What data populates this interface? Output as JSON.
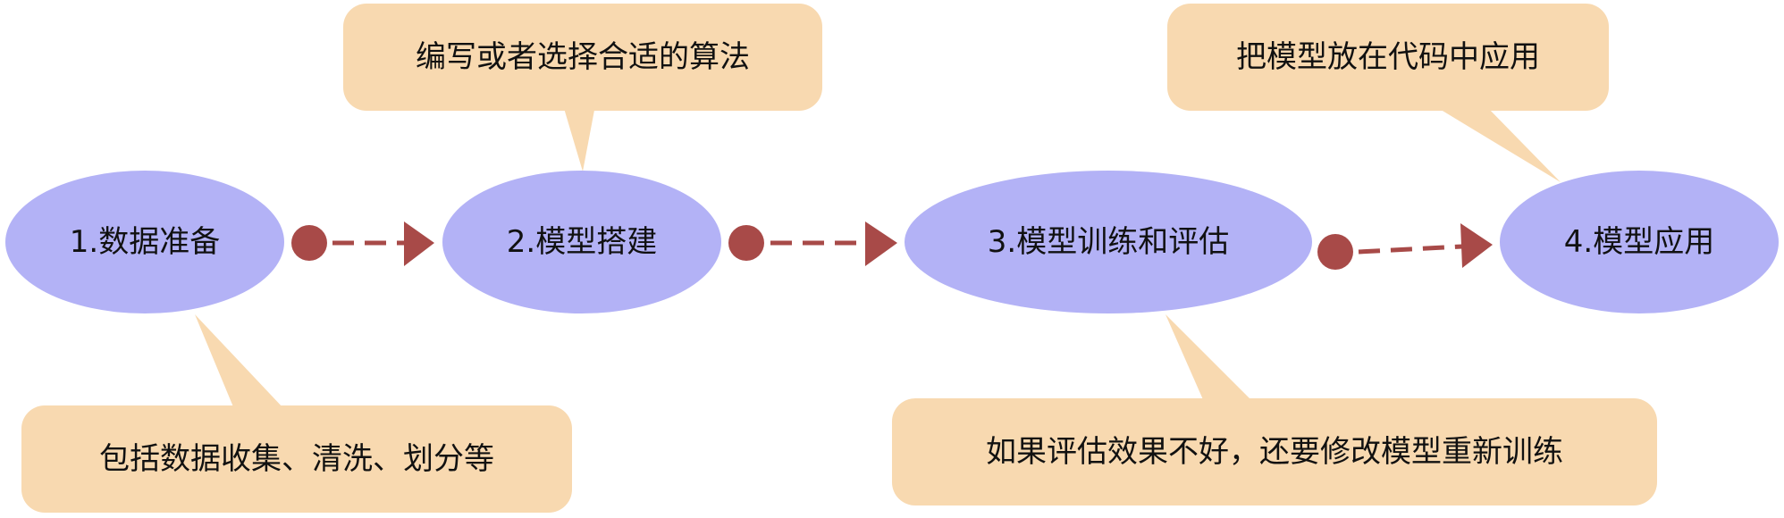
{
  "colors": {
    "stage_fill": "#b3b2f6",
    "note_fill": "#f8d9b0",
    "connector": "#a84a48"
  },
  "stages": [
    {
      "label": "1.数据准备"
    },
    {
      "label": "2.模型搭建"
    },
    {
      "label": "3.模型训练和评估"
    },
    {
      "label": "4.模型应用"
    }
  ],
  "notes": [
    {
      "text": "包括数据收集、清洗、划分等"
    },
    {
      "text": "编写或者选择合适的算法"
    },
    {
      "text": "如果评估效果不好，还要修改模型重新训练"
    },
    {
      "text": "把模型放在代码中应用"
    }
  ]
}
